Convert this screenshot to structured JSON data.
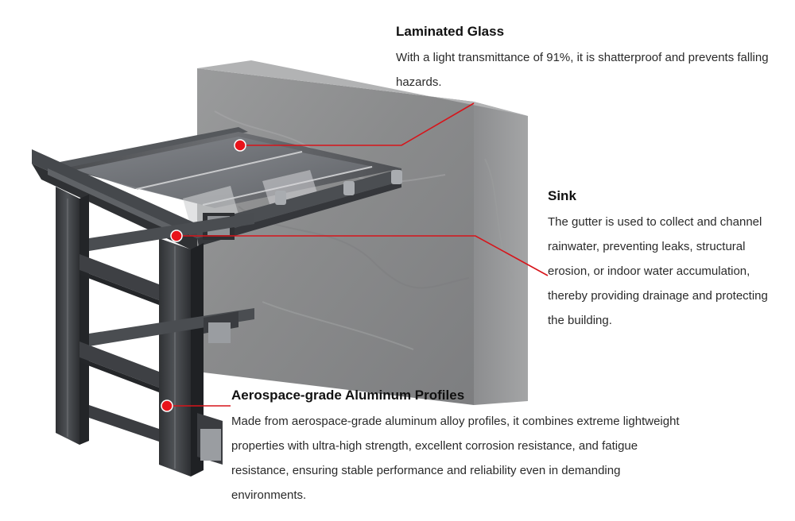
{
  "colors": {
    "marker": "#e8131a",
    "leader_line": "#d7141a",
    "frame": "#3b3d40",
    "wall": "#8d8e8f"
  },
  "callouts": {
    "glass": {
      "title": "Laminated Glass",
      "body": "With a light transmittance of 91%, it is shatterproof and prevents falling hazards."
    },
    "sink": {
      "title": "Sink",
      "body": "The gutter is used to collect and channel rainwater, preventing leaks, structural erosion, or indoor water accumulation, thereby providing drainage and protecting the building."
    },
    "aluminum": {
      "title": "Aerospace-grade Aluminum Profiles",
      "body": "Made from aerospace-grade aluminum alloy profiles, it combines extreme lightweight properties with ultra-high strength, excellent corrosion resistance, and fatigue resistance, ensuring stable performance and reliability even in demanding environments."
    }
  }
}
